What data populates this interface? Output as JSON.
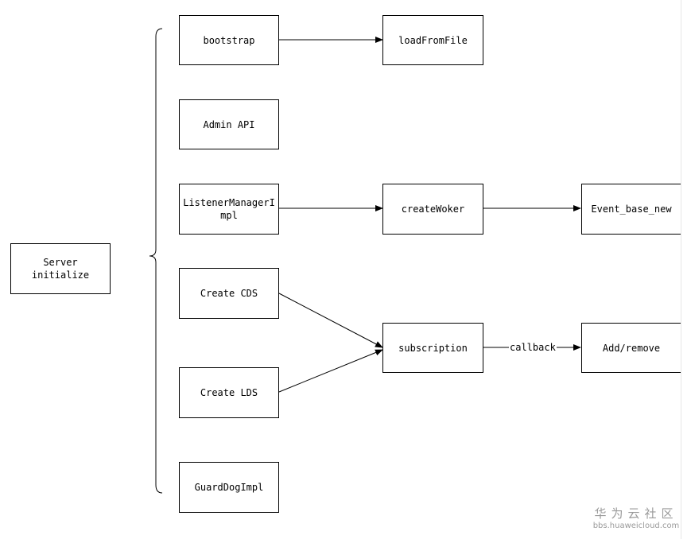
{
  "nodes": {
    "server_initialize": "Server initialize",
    "bootstrap": "bootstrap",
    "load_from_file": "loadFromFile",
    "admin_api": "Admin API",
    "listener_manager_impl": "ListenerManagerImpl",
    "create_woker": "createWoker",
    "event_base_new": "Event_base_new",
    "create_cds": "Create CDS",
    "create_lds": "Create LDS",
    "subscription": "subscription",
    "add_remove": "Add/remove",
    "guard_dog_impl": "GuardDogImpl"
  },
  "edges": {
    "callback_label": "callback"
  },
  "watermark": {
    "title": "华为云社区",
    "url": "bbs.huaweicloud.com"
  },
  "colors": {
    "stroke": "#000000",
    "background": "#ffffff",
    "watermark": "#9a9a9a"
  }
}
